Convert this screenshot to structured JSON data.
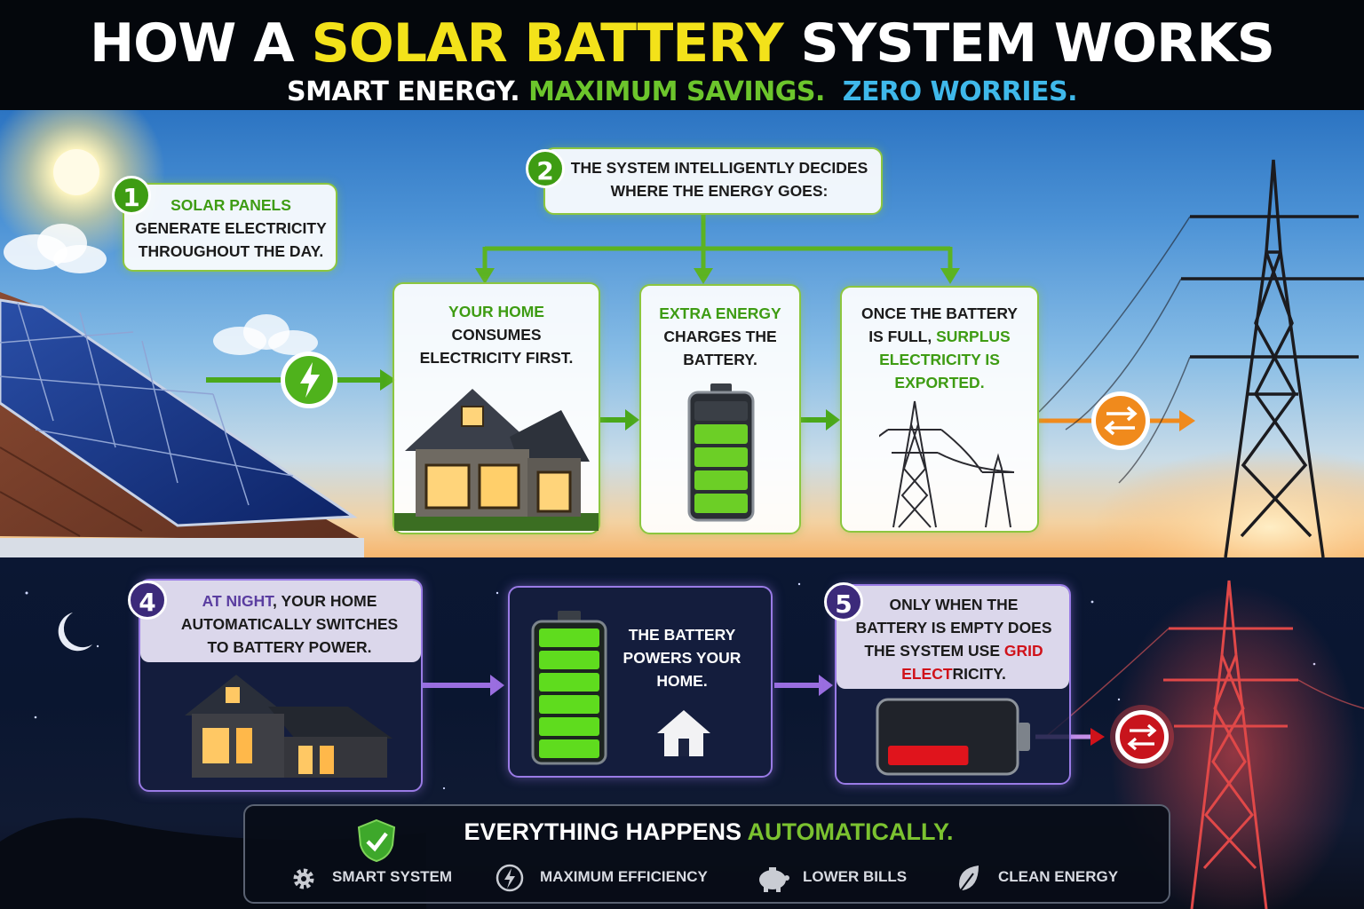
{
  "header": {
    "title_part1": "HOW A ",
    "title_highlight": "SOLAR BATTERY",
    "title_part2": " SYSTEM WORKS",
    "subtitle_1": "SMART ENERGY.",
    "subtitle_2": "MAXIMUM SAVINGS.",
    "subtitle_3": "ZERO WORRIES."
  },
  "steps": {
    "step1": {
      "number": "1",
      "highlight": "SOLAR PANELS",
      "line2": "GENERATE ELECTRICITY",
      "line3": "THROUGHOUT THE DAY."
    },
    "step2": {
      "number": "2",
      "line1": "THE SYSTEM INTELLIGENTLY DECIDES",
      "line2": "WHERE THE ENERGY GOES:"
    },
    "home": {
      "highlight": "YOUR HOME",
      "line2": "CONSUMES",
      "line3": "ELECTRICITY FIRST."
    },
    "charge": {
      "highlight": "EXTRA ENERGY",
      "line2": "CHARGES THE",
      "line3": "BATTERY."
    },
    "export": {
      "line1": "ONCE THE BATTERY",
      "line2a": "IS FULL, ",
      "line2b": "SURPLUS",
      "line3": "ELECTRICITY IS",
      "line4": "EXPORTED."
    },
    "step4": {
      "number": "4",
      "highlight": "AT NIGHT",
      "line1rest": ", YOUR HOME",
      "line2": "AUTOMATICALLY SWITCHES",
      "line3": "TO BATTERY POWER."
    },
    "battery_power": {
      "line1": "THE BATTERY",
      "line2": "POWERS YOUR",
      "line3": "HOME."
    },
    "step5": {
      "number": "5",
      "line1": "ONLY WHEN THE",
      "line2": "BATTERY IS EMPTY DOES",
      "line3a": "THE SYSTEM USE ",
      "line3b": "GRID",
      "line4a": "ELECT",
      "line4b": "RICITY."
    }
  },
  "footer": {
    "title_part1": "EVERYTHING HAPPENS ",
    "title_highlight": "AUTOMATICALLY.",
    "features": [
      {
        "icon": "gear-icon",
        "label": "SMART SYSTEM"
      },
      {
        "icon": "lightning-icon",
        "label": "MAXIMUM EFFICIENCY"
      },
      {
        "icon": "piggy-bank-icon",
        "label": "LOWER BILLS"
      },
      {
        "icon": "leaf-icon",
        "label": "CLEAN ENERGY"
      }
    ]
  },
  "colors": {
    "yellow": "#f3e21a",
    "green": "#3e9c13",
    "blue": "#3fb8ea",
    "purple": "#9a7be6",
    "orange": "#f08a1c",
    "red": "#d0121a"
  },
  "levels": {
    "battery_day_charge": 0.8,
    "battery_night_charge": 1.0,
    "battery_empty_charge": 0.15
  }
}
